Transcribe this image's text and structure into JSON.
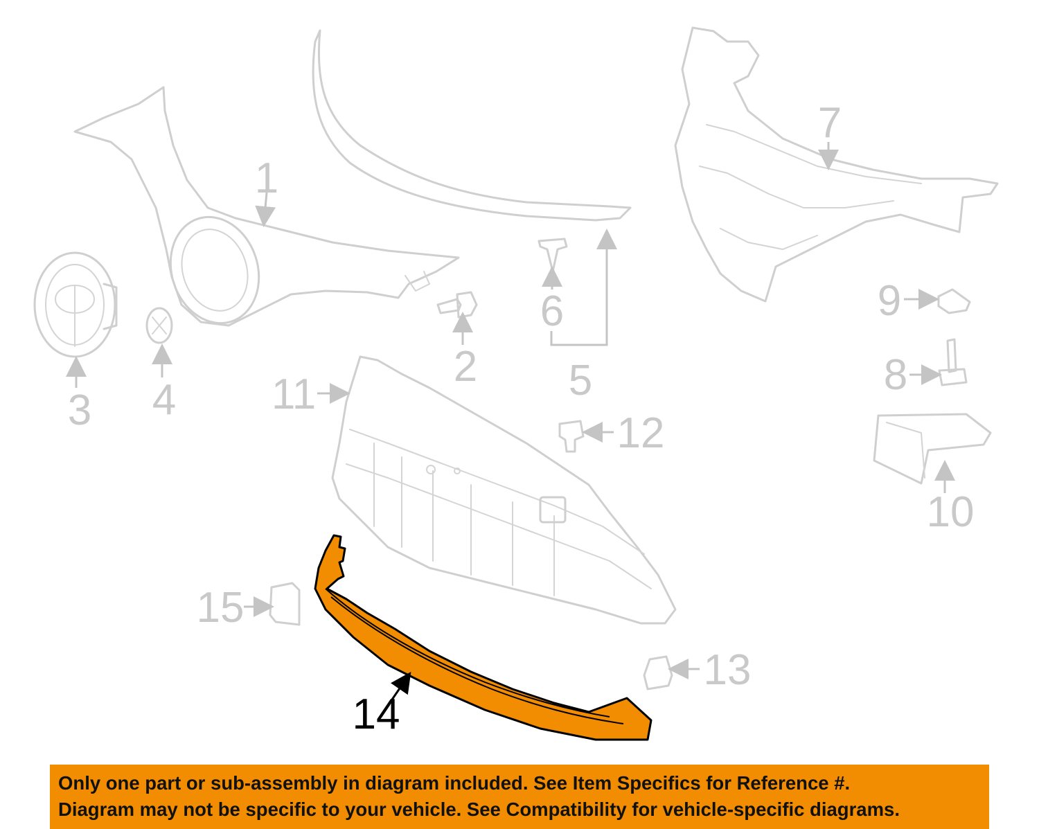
{
  "diagram": {
    "highlight_color": "#f28c00",
    "ghost_color": "#cfcfcf",
    "highlighted_part": "14",
    "callouts": [
      {
        "id": "c1",
        "label": "1"
      },
      {
        "id": "c2",
        "label": "2"
      },
      {
        "id": "c3",
        "label": "3"
      },
      {
        "id": "c4",
        "label": "4"
      },
      {
        "id": "c5",
        "label": "5"
      },
      {
        "id": "c6",
        "label": "6"
      },
      {
        "id": "c7",
        "label": "7"
      },
      {
        "id": "c8",
        "label": "8"
      },
      {
        "id": "c9",
        "label": "9"
      },
      {
        "id": "c10",
        "label": "10"
      },
      {
        "id": "c11",
        "label": "11"
      },
      {
        "id": "c12",
        "label": "12"
      },
      {
        "id": "c13",
        "label": "13"
      },
      {
        "id": "c14",
        "label": "14"
      },
      {
        "id": "c15",
        "label": "15"
      }
    ]
  },
  "banner": {
    "line1": "Only one part or sub-assembly in diagram included. See Item Specifics for Reference #.",
    "line2": "Diagram may not be specific to your vehicle. See Compatibility for vehicle-specific diagrams.",
    "background": "#f28c00"
  }
}
